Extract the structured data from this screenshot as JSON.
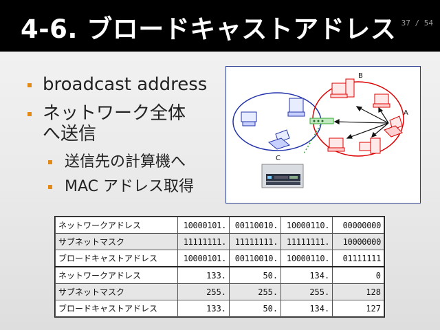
{
  "slide": {
    "title": "4-6. ブロードキャストアドレス",
    "page": "37 / 54"
  },
  "bullets": [
    {
      "level": 1,
      "text": "broadcast address"
    },
    {
      "level": 1,
      "text": "ネットワーク全体へ送信"
    },
    {
      "level": 2,
      "text": "送信先の計算機へ"
    },
    {
      "level": 2,
      "text": "MAC アドレス取得"
    }
  ],
  "figure": {
    "labels": {
      "a": "A",
      "b": "B",
      "c": "C"
    },
    "colors": {
      "left_network": "#2233aa",
      "right_network": "#dd0000",
      "hub": "#33aa33",
      "link": "#33aa33"
    }
  },
  "table": {
    "binary_rows": [
      {
        "label": "ネットワークアドレス",
        "cells": [
          "10000101.",
          "00110010.",
          "10000110.",
          "00000000"
        ]
      },
      {
        "label": "サブネットマスク",
        "cells": [
          "11111111.",
          "11111111.",
          "11111111.",
          "10000000"
        ]
      },
      {
        "label": "ブロードキャストアドレス",
        "cells": [
          "10000101.",
          "00110010.",
          "10000110.",
          "01111111"
        ]
      }
    ],
    "decimal_rows": [
      {
        "label": "ネットワークアドレス",
        "cells": [
          "133.",
          "50.",
          "134.",
          "0"
        ]
      },
      {
        "label": "サブネットマスク",
        "cells": [
          "255.",
          "255.",
          "255.",
          "128"
        ]
      },
      {
        "label": "ブロードキャストアドレス",
        "cells": [
          "133.",
          "50.",
          "134.",
          "127"
        ]
      }
    ]
  }
}
